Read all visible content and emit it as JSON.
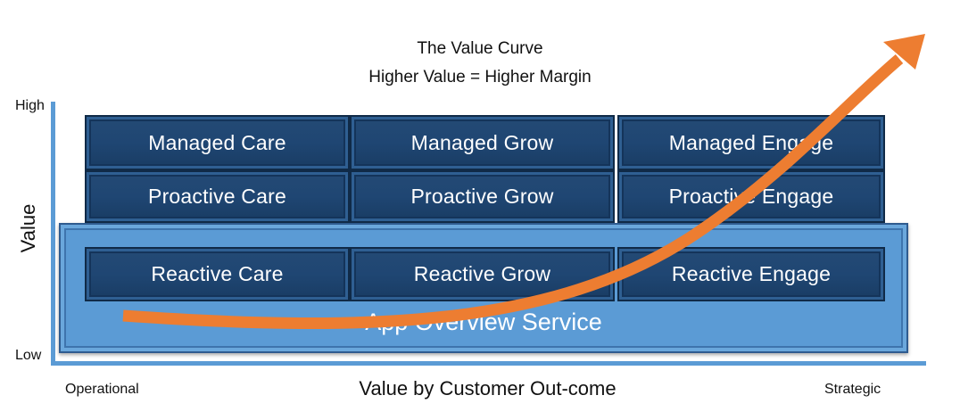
{
  "title": {
    "line1": "The Value Curve",
    "line2": "Higher Value = Higher Margin"
  },
  "y_axis": {
    "label": "Value",
    "high": "High",
    "low": "Low"
  },
  "x_axis": {
    "label": "Value by Customer Out-come",
    "left": "Operational",
    "right": "Strategic"
  },
  "base": {
    "label": "App Overview Service"
  },
  "tiers": {
    "managed": [
      "Managed Care",
      "Managed Grow",
      "Managed Engage"
    ],
    "proactive": [
      "Proactive Care",
      "Proactive Grow",
      "Proactive Engage"
    ],
    "reactive": [
      "Reactive Care",
      "Reactive Grow",
      "Reactive Engage"
    ]
  },
  "colors": {
    "block": "#1f4673",
    "base": "#5b9bd5",
    "axis": "#5b9bd5",
    "curve": "#ed7d31"
  }
}
